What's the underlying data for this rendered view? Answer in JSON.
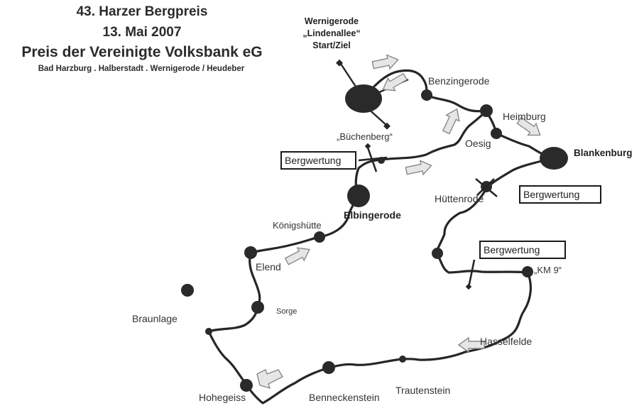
{
  "header": {
    "line1": "43. Harzer Bergpreis",
    "line2": "13. Mai 2007",
    "line3": "Preis der Vereinigte Volksbank eG",
    "line4": "Bad Harzburg . Halberstadt . Wernigerode / Heudeber"
  },
  "start": {
    "line1": "Wernigerode",
    "line2": "„Lindenallee“",
    "line3": "Start/Ziel"
  },
  "places": {
    "benzingerode": "Benzingerode",
    "heimburg": "Heimburg",
    "oesig": "Oesig",
    "blankenburg": "Blankenburg",
    "buechenberg": "„Büchenberg“",
    "huettenrode": "Hüttenrode",
    "elbingerode": "Elbingerode",
    "koenigshuette": "Königshütte",
    "elend": "Elend",
    "km9": "„KM 9“",
    "braunlage": "Braunlage",
    "sorge": "Sorge",
    "hasselfelde": "Hasselfelde",
    "hohegeiss": "Hohegeiss",
    "benneckenstein": "Benneckenstein",
    "trautenstein": "Trautenstein"
  },
  "bergwertung": {
    "b1": "Bergwertung",
    "b2": "Bergwertung",
    "b3": "Bergwertung"
  },
  "colors": {
    "route": "#262626",
    "town": "#2a2a2a",
    "arrow_fill": "#e6e6e6",
    "arrow_stroke": "#888888"
  }
}
